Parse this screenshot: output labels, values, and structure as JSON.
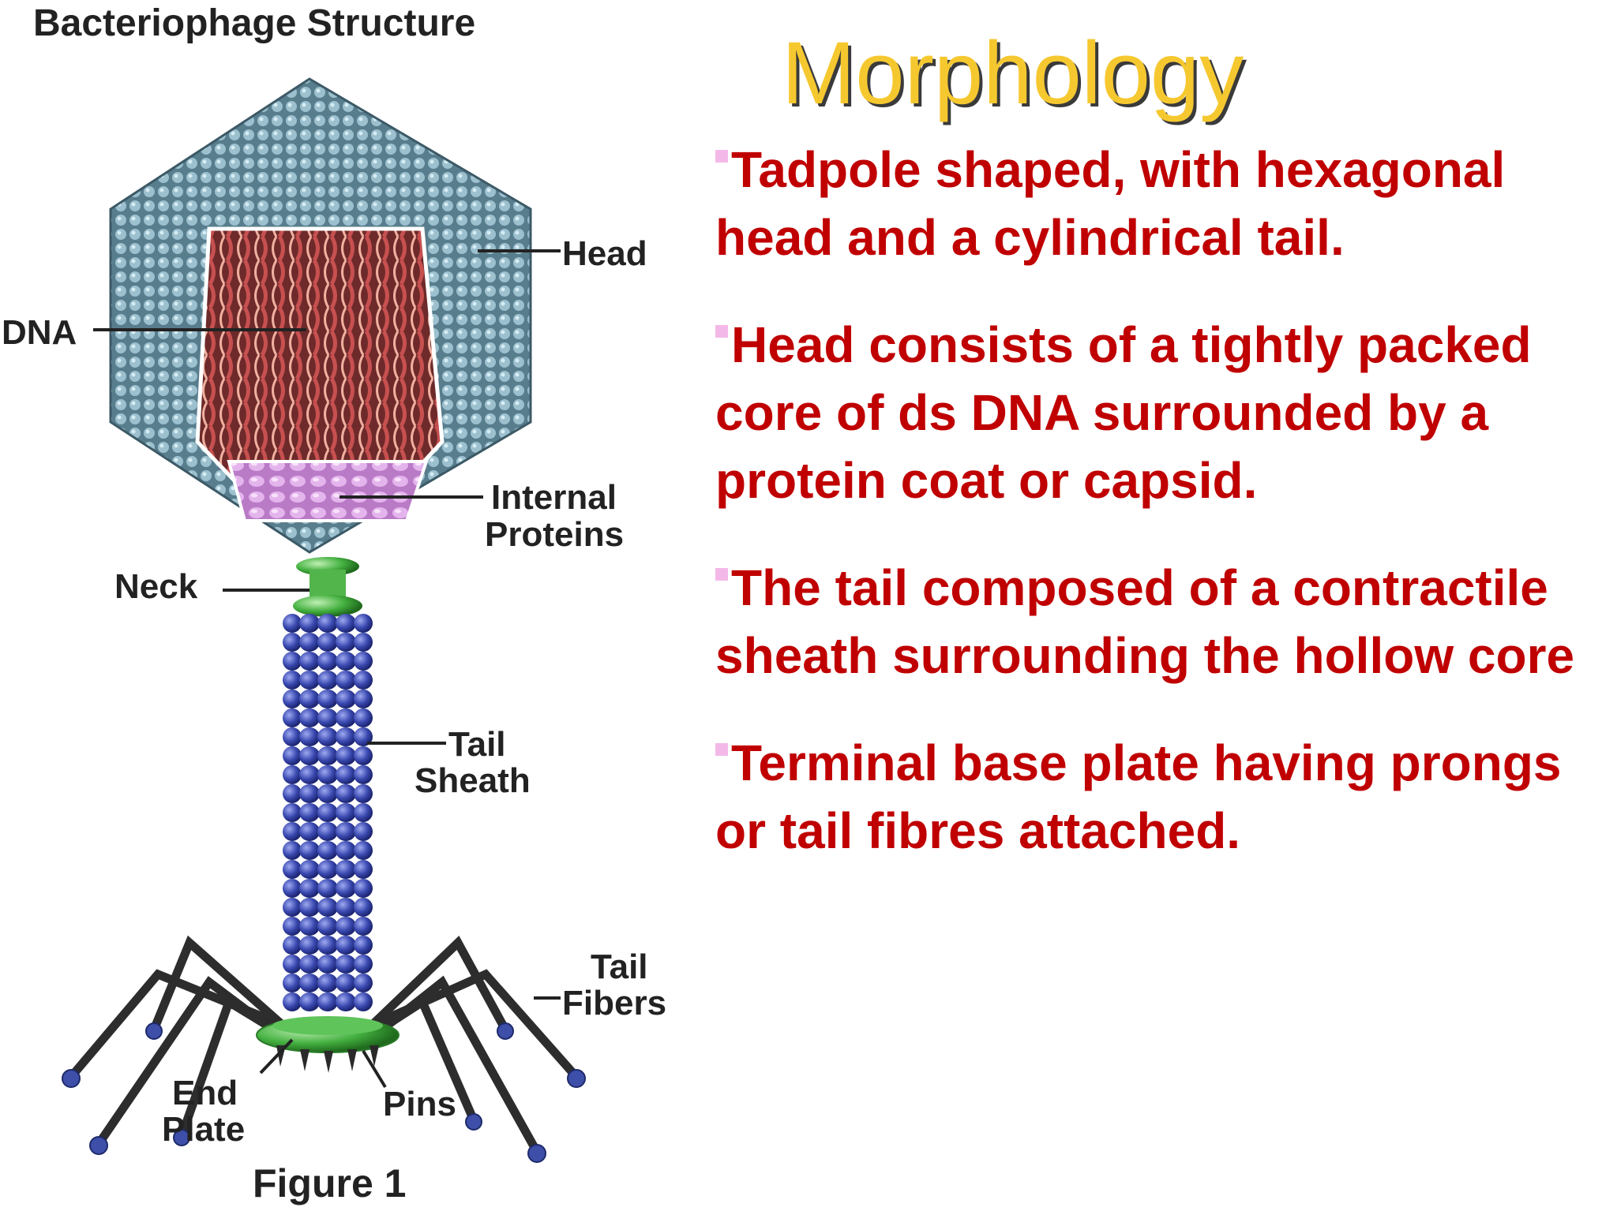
{
  "figure": {
    "title": "Bacteriophage Structure",
    "caption": "Figure 1",
    "labels": {
      "head": "Head",
      "dna": "DNA",
      "internal_1": "Internal",
      "internal_2": "Proteins",
      "neck": "Neck",
      "sheath_1": "Tail",
      "sheath_2": "Sheath",
      "fibers_1": "Tail",
      "fibers_2": "Fibers",
      "endplate_1": "End",
      "endplate_2": "Plate",
      "pins": "Pins"
    },
    "colors": {
      "capsid": "#6f95a4",
      "dna": "#8e3b3b",
      "proteins": "#d79be0",
      "collar": "#4cb848",
      "sheath": "#3f4fb3",
      "fibers": "#333333",
      "fiber_tips": "#3d4fa8"
    }
  },
  "slide": {
    "title": "Morphology",
    "title_color": "#f6c830",
    "text_color": "#c00000",
    "bullets": [
      "Tadpole shaped, with hexagonal head and a cylindrical tail.",
      "Head consists of a tightly packed core of ds DNA surrounded by a protein coat or capsid.",
      "The tail composed of a contractile sheath surrounding the hollow core",
      "Terminal base plate having prongs or tail fibres attached."
    ]
  }
}
